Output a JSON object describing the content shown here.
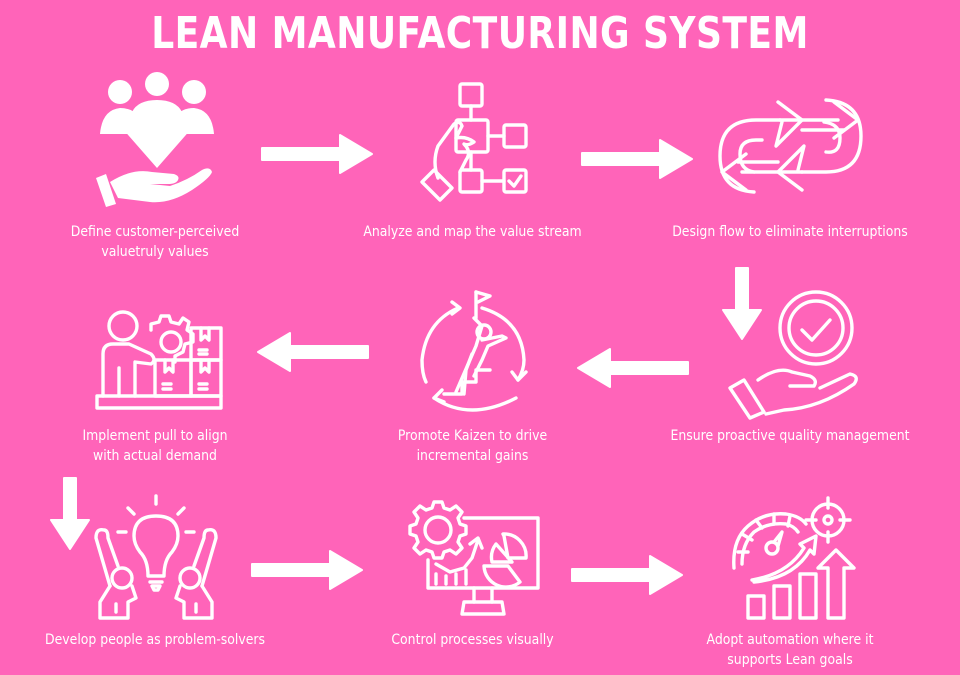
{
  "title": "LEAN MANUFACTURING SYSTEM",
  "colors": {
    "background": "#ff64b9",
    "foreground": "#ffffff"
  },
  "steps": [
    {
      "icon": "hand-diamond-customers-icon",
      "label_lines": [
        "Define customer-perceived",
        "valuetruly values"
      ]
    },
    {
      "icon": "value-stream-map-icon",
      "label_lines": [
        "Analyze and map the value stream"
      ]
    },
    {
      "icon": "continuous-flow-arrows-icon",
      "label_lines": [
        "Design flow to eliminate interruptions"
      ]
    },
    {
      "icon": "hand-quality-check-icon",
      "label_lines": [
        "Ensure proactive quality management"
      ]
    },
    {
      "icon": "kaizen-climber-icon",
      "label_lines": [
        "Promote Kaizen to drive",
        "incremental gains"
      ]
    },
    {
      "icon": "pull-inventory-icon",
      "label_lines": [
        "Implement pull to align",
        "with actual demand"
      ]
    },
    {
      "icon": "people-idea-icon",
      "label_lines": [
        "Develop people as problem-solvers"
      ]
    },
    {
      "icon": "visual-monitor-icon",
      "label_lines": [
        "Control processes visually"
      ]
    },
    {
      "icon": "automation-growth-icon",
      "label_lines": [
        "Adopt automation where it",
        "supports Lean goals"
      ]
    }
  ],
  "flow_arrows": [
    {
      "from": 1,
      "to": 2,
      "direction": "right"
    },
    {
      "from": 2,
      "to": 3,
      "direction": "right"
    },
    {
      "from": 3,
      "to": 4,
      "direction": "down"
    },
    {
      "from": 4,
      "to": 5,
      "direction": "left"
    },
    {
      "from": 5,
      "to": 6,
      "direction": "left"
    },
    {
      "from": 6,
      "to": 7,
      "direction": "down"
    },
    {
      "from": 7,
      "to": 8,
      "direction": "right"
    },
    {
      "from": 8,
      "to": 9,
      "direction": "right"
    }
  ]
}
